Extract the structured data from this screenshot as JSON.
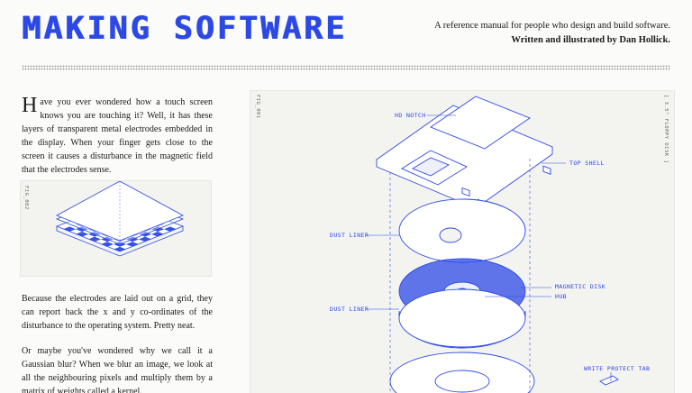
{
  "header": {
    "title": "MAKING SOFTWARE",
    "tagline": "A reference manual for people who design and build software.",
    "author": "Written and illustrated by Dan Hollick."
  },
  "article": {
    "p1_dropcap": "H",
    "p1_text": "ave you ever wondered how a touch screen knows you are touching it? Well, it has these layers of transparent metal electrodes embedded in the display. When your finger gets close to the screen it causes a disturbance in the magnetic field that the electrodes sense.",
    "p2": "Because the electrodes are laid out on a grid, they can report back the x and y co-ordinates of the disturbance to the operating system. Pretty neat.",
    "p3": "Or maybe you've wondered why we call it a Gaussian blur? When we blur an image, we look at all the neighbouring pixels and multiply them by a matrix of weights called a kernel."
  },
  "figures": {
    "small": {
      "id": "FIG_002"
    },
    "big": {
      "id": "FIG_001",
      "caption": "[ 3.5\" FLOPPY DISK ]",
      "labels": {
        "hd_notch": "HD NOTCH",
        "top_shell": "TOP SHELL",
        "dust_liner_1": "DUST LINER",
        "magnetic_disk": "MAGNETIC DISK",
        "hub": "HUB",
        "dust_liner_2": "DUST LINER",
        "write_protect": "WRITE PROTECT TAB"
      }
    }
  },
  "colors": {
    "accent": "#2c49e6",
    "background": "#fbfbf9",
    "panel": "#f3f3f0"
  }
}
